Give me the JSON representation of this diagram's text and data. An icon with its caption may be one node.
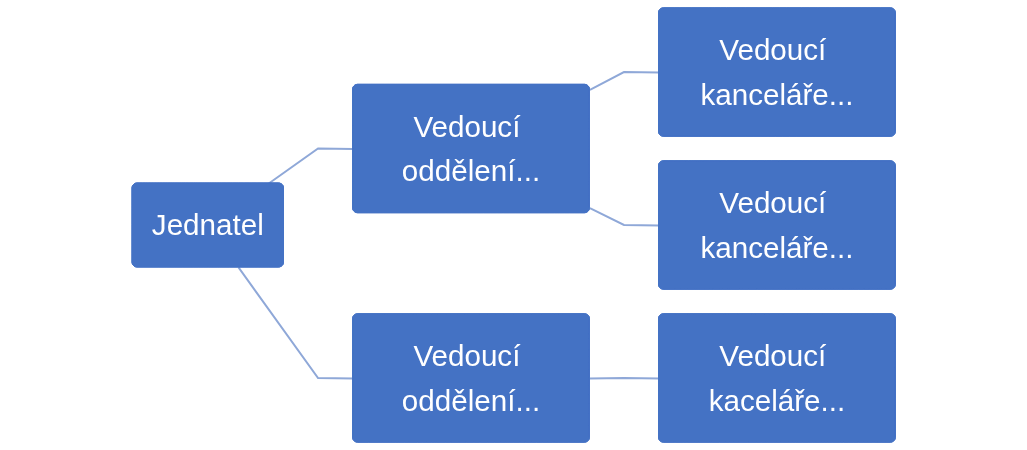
{
  "diagram": {
    "nodes": [
      {
        "text": [
          "Jednatel"
        ]
      },
      {
        "text": [
          "Vedoucí oddělení..."
        ]
      },
      {
        "text": [
          "Vedoucí kanceláře..."
        ]
      },
      {
        "text": [
          "Vedoucí kanceláře..."
        ]
      },
      {
        "text": [
          "Vedoucí oddělení..."
        ]
      },
      {
        "text": [
          "Vedoucí kaceláře..."
        ]
      }
    ],
    "edges": [
      {
        "from": 0,
        "to": 1,
        "arrow": "none"
      },
      {
        "from": 0,
        "to": 4,
        "arrow": "none"
      },
      {
        "from": 1,
        "to": 2,
        "arrow": "none"
      },
      {
        "from": 1,
        "to": 3,
        "arrow": "none"
      },
      {
        "from": 4,
        "to": 5,
        "arrow": "none"
      }
    ]
  }
}
